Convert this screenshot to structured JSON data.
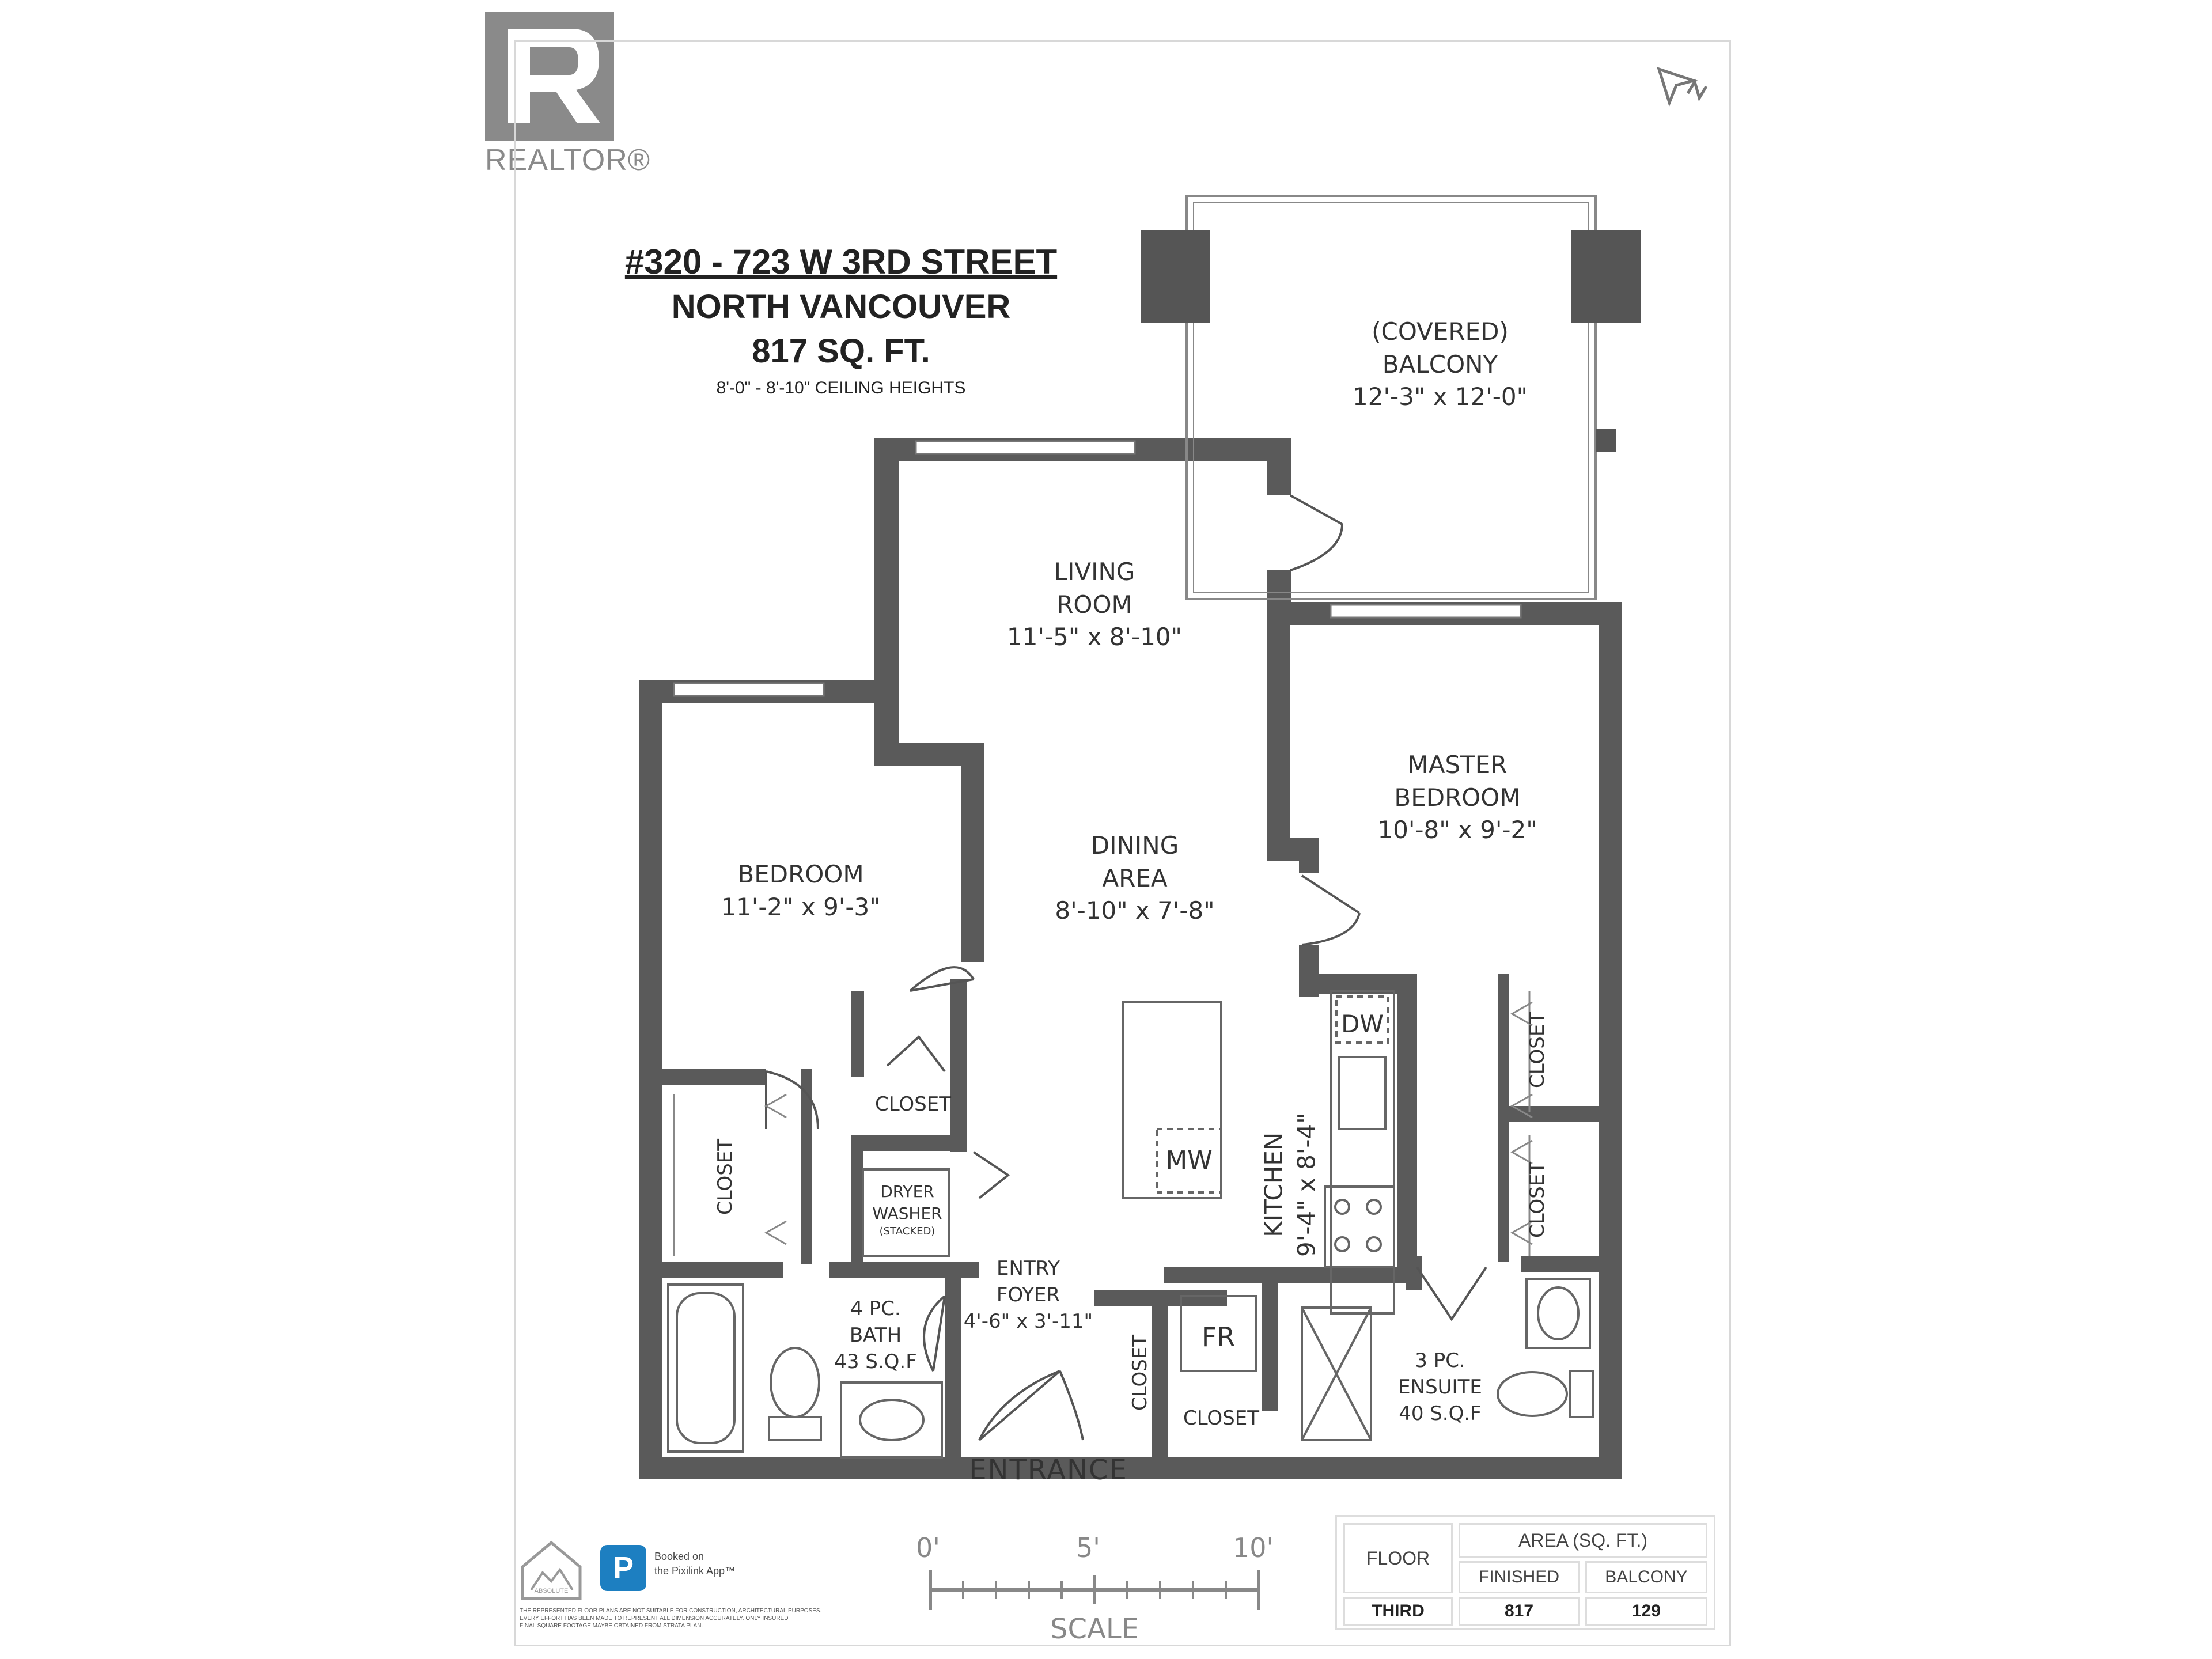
{
  "logo": {
    "text": "REALTOR®"
  },
  "title": {
    "address": "#320 - 723 W 3RD STREET",
    "city": "NORTH VANCOUVER",
    "area": "817 SQ. FT.",
    "ceiling": "8'-0\" - 8'-10\" CEILING HEIGHTS"
  },
  "rooms": {
    "balcony": {
      "name1": "(COVERED)",
      "name2": "BALCONY",
      "dims": "12'-3\" x 12'-0\""
    },
    "living": {
      "name1": "LIVING",
      "name2": "ROOM",
      "dims": "11'-5\" x 8'-10\""
    },
    "master": {
      "name1": "MASTER",
      "name2": "BEDROOM",
      "dims": "10'-8\" x 9'-2\""
    },
    "bedroom": {
      "name1": "BEDROOM",
      "dims": "11'-2\" x 9'-3\""
    },
    "dining": {
      "name1": "DINING",
      "name2": "AREA",
      "dims": "8'-10\" x 7'-8\""
    },
    "kitchen": {
      "name": "KITCHEN",
      "dims": "9'-4\" x 8'-4\""
    },
    "closet_bed_left": "CLOSET",
    "closet_bed_right": "CLOSET",
    "closet_master_top": "CLOSET",
    "closet_master_bottom": "CLOSET",
    "closet_entry_v": "CLOSET",
    "closet_entry_h": "CLOSET",
    "laundry": {
      "l1": "DRYER",
      "l2": "WASHER",
      "l3": "(STACKED)"
    },
    "bath": {
      "l1": "4 PC.",
      "l2": "BATH",
      "l3": "43 S.Q.F"
    },
    "ensuite": {
      "l1": "3 PC.",
      "l2": "ENSUITE",
      "l3": "40 S.Q.F"
    },
    "foyer": {
      "l1": "ENTRY",
      "l2": "FOYER",
      "l3": "4'-6\" x 3'-11\""
    },
    "dw": "DW",
    "mw": "MW",
    "fr": "FR",
    "entrance": "ENTRANCE"
  },
  "scale": {
    "t0": "0'",
    "t5": "5'",
    "t10": "10'",
    "label": "SCALE"
  },
  "area_table": {
    "col_floor": "FLOOR",
    "col_area": "AREA (SQ. FT.)",
    "col_finished": "FINISHED",
    "col_balcony": "BALCONY",
    "row_floor": "THIRD",
    "row_finished": "817",
    "row_balcony": "129"
  },
  "footer": {
    "pixilink_l1": "Booked on",
    "pixilink_l2": "the Pixilink App™",
    "badge": "ABSOLUTE",
    "disclaimer1": "THE REPRESENTED FLOOR PLANS ARE NOT SUITABLE FOR CONSTRUCTION, ARCHITECTURAL PURPOSES.",
    "disclaimer2": "EVERY EFFORT HAS BEEN MADE TO REPRESENT ALL DIMENSION ACCURATELY. ONLY INSURED",
    "disclaimer3": "FINAL SQUARE FOOTAGE MAYBE OBTAINED FROM STRATA PLAN."
  },
  "colors": {
    "wall": "#5a5a5a",
    "sheet_border": "#d8d8d8",
    "logo_grey": "#8a8a8a",
    "pixilink_blue": "#1d7fc1"
  }
}
